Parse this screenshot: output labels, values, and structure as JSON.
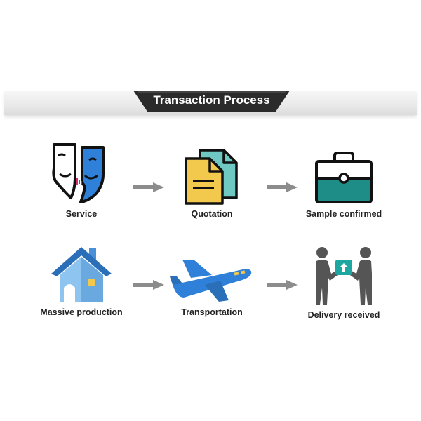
{
  "header": {
    "title": "Transaction Process"
  },
  "steps": [
    {
      "label": "Service",
      "icon": "theater-masks-icon"
    },
    {
      "label": "Quotation",
      "icon": "documents-icon"
    },
    {
      "label": "Sample confirmed",
      "icon": "briefcase-icon"
    },
    {
      "label": "Massive production",
      "icon": "house-icon"
    },
    {
      "label": "Transportation",
      "icon": "airplane-icon"
    },
    {
      "label": "Delivery received",
      "icon": "package-handover-icon"
    }
  ],
  "colors": {
    "banner_dark": "#2b2b2b",
    "arrow_gray": "#8c8c8c",
    "accent_blue": "#2f80d8",
    "accent_teal": "#1e8c87",
    "accent_yellow": "#f2c94c"
  }
}
